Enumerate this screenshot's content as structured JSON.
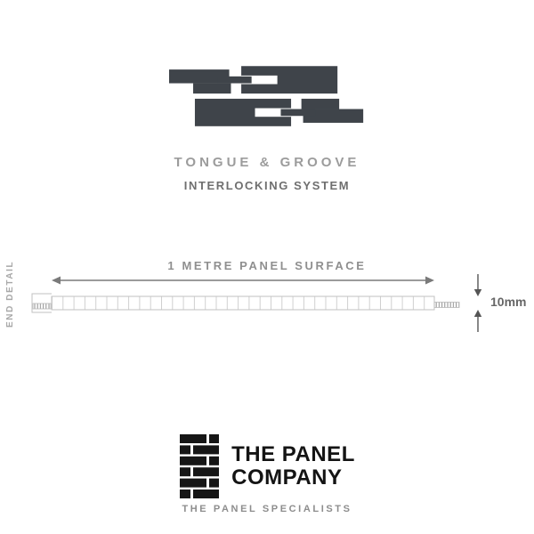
{
  "header": {
    "title": "TONGUE & GROOVE",
    "subtitle": "INTERLOCKING SYSTEM"
  },
  "diagram": {
    "end_detail_label": "END DETAIL",
    "surface_label": "1 METRE PANEL SURFACE",
    "thickness_label": "10mm",
    "panel_cell_count": 35
  },
  "footer": {
    "brand_line1": "THE PANEL",
    "brand_line2": "COMPANY",
    "tagline": "THE PANEL SPECIALISTS"
  },
  "icons": {
    "header_graphic": "tongue-groove-profile-icon",
    "brand": "panel-stack-icon"
  },
  "colors": {
    "profile_dark": "#3f444a",
    "diagram_line": "#c2c2c2",
    "hatch": "#8f8f8f",
    "arrow_gray": "#6e6e6e",
    "muted_text": "#9c9c9c",
    "logo_black": "#141414"
  }
}
